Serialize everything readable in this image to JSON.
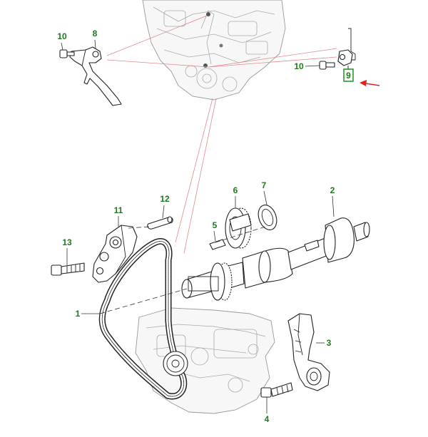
{
  "colors": {
    "callout": "#1f7a1f",
    "leader": "#333333",
    "pointer_arrow": "#e02020",
    "link_lines": "#e08a8a",
    "highlight_box": "#2e9a2e"
  },
  "icons": {
    "arrow": "red-pointer-arrow-icon"
  },
  "callouts": [
    {
      "id": "c10a",
      "label": "10"
    },
    {
      "id": "c8",
      "label": "8"
    },
    {
      "id": "c10b",
      "label": "10"
    },
    {
      "id": "c12",
      "label": "12"
    },
    {
      "id": "c6",
      "label": "6"
    },
    {
      "id": "c7",
      "label": "7"
    },
    {
      "id": "c2",
      "label": "2"
    },
    {
      "id": "c11",
      "label": "11"
    },
    {
      "id": "c5",
      "label": "5"
    },
    {
      "id": "c13",
      "label": "13"
    },
    {
      "id": "c1",
      "label": "1"
    },
    {
      "id": "c3",
      "label": "3"
    },
    {
      "id": "c4",
      "label": "4"
    }
  ],
  "highlight_box": {
    "label": "9"
  }
}
